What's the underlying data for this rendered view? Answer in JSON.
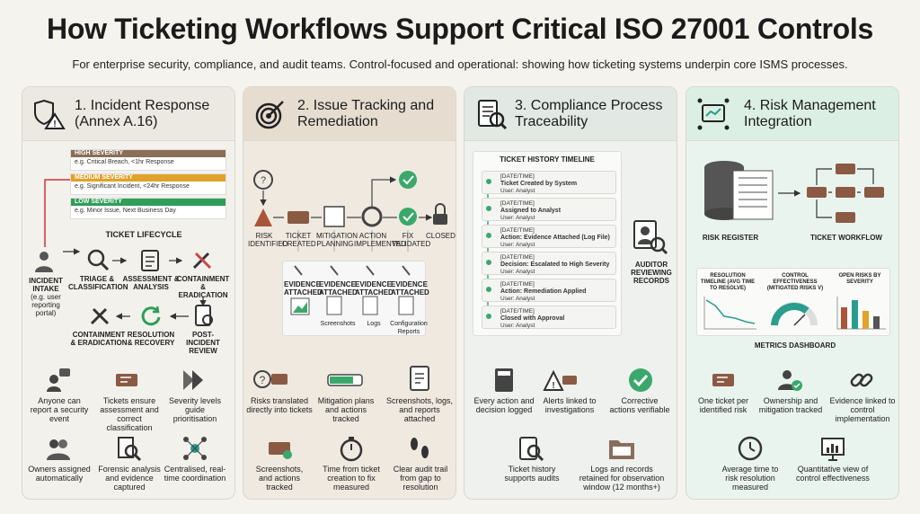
{
  "header": {
    "title": "How Ticketing Workflows Support Critical ISO 27001 Controls",
    "subtitle": "For enterprise security, compliance, and audit teams. Control-focused and operational: showing how ticketing systems underpin core ISMS processes."
  },
  "colors": {
    "high": "#8a6e5a",
    "medium": "#e0a22b",
    "low": "#2f9e58",
    "green": "#3aa86b",
    "teal": "#2a9d8f"
  },
  "panel1": {
    "title": "1. Incident Response (Annex A.16)",
    "severity": [
      {
        "label": "HIGH SEVERITY",
        "example": "e.g. Critical Breach, <1hr Response"
      },
      {
        "label": "MEDIUM SEVERITY",
        "example": "e.g. Significant Incident, <24hr Response"
      },
      {
        "label": "LOW SEVERITY",
        "example": "e.g. Minor Issue, Next Business Day"
      }
    ],
    "lifecycle_title": "TICKET LIFECYCLE",
    "intake": "INCIDENT INTAKE",
    "intake_note": "(e.g. user reporting portal)",
    "steps": [
      "TRIAGE & CLASSIFICATION",
      "ASSESSMENT & ANALYSIS",
      "CONTAINMENT & ERADICATION",
      "CONTAINMENT & ERADICATION",
      "RESOLUTION & RECOVERY",
      "POST-INCIDENT REVIEW"
    ],
    "benefits": [
      "Anyone can report a security event",
      "Tickets ensure assessment and correct classification",
      "Severity levels guide prioritisation",
      "Owners assigned automatically",
      "Forensic analysis and evidence captured",
      "Centralised, real-time coordination"
    ]
  },
  "panel2": {
    "title": "2. Issue Tracking and Remediation",
    "flow": [
      "RISK IDENTIFIED",
      "TICKET CREATED",
      "MITIGATION PLANNING",
      "ACTION IMPLEMENTED",
      "FIX VALIDATED",
      "CLOSED"
    ],
    "evidence_label": "EVIDENCE ATTACHED",
    "evidence": [
      "Screenshots",
      "Logs",
      "Configuration Reports"
    ],
    "benefits": [
      "Risks translated directly into tickets",
      "Mitigation plans and actions tracked",
      "Screenshots, logs, and reports attached",
      "Screenshots, and actions tracked",
      "Time from ticket creation to fix measured",
      "Clear audit trail from gap to resolution"
    ]
  },
  "panel3": {
    "title": "3. Compliance Process Traceability",
    "timeline_title": "TICKET HISTORY TIMELINE",
    "timeline": [
      {
        "date": "[DATE/TIME]",
        "text": "Ticket Created by System",
        "user": "User: Analyst"
      },
      {
        "date": "[DATE/TIME]",
        "text": "Assigned to Analyst",
        "user": "User: Analyst"
      },
      {
        "date": "[DATE/TIME]",
        "text": "Action: Evidence Attached (Log File)",
        "user": "User: Analyst"
      },
      {
        "date": "[DATE/TIME]",
        "text": "Decision: Escalated to High Severity",
        "user": "User: Analyst"
      },
      {
        "date": "[DATE/TIME]",
        "text": "Action: Remediation Applied",
        "user": "User: Analyst"
      },
      {
        "date": "[DATE/TIME]",
        "text": "Closed with Approval",
        "user": "User: Analyst"
      }
    ],
    "auditor": "AUDITOR REVIEWING RECORDS",
    "benefits": [
      "Every action and decision logged",
      "Alerts linked to investigations",
      "Corrective actions verifiable",
      "Ticket history supports audits",
      "Logs and records retained for observation window (12 months+)"
    ]
  },
  "panel4": {
    "title": "4. Risk Management Integration",
    "risk_register": "RISK REGISTER",
    "ticket_workflow": "TICKET WORKFLOW",
    "metrics": [
      {
        "title": "RESOLUTION TIMELINE (AVG TIME TO RESOLVE)"
      },
      {
        "title": "CONTROL EFFECTIVENESS (MITIGATED RISKS V)"
      },
      {
        "title": "OPEN RISKS BY SEVERITY"
      }
    ],
    "metrics_dashboard": "METRICS DASHBOARD",
    "benefits": [
      "One ticket per identified risk",
      "Ownership and mitigation tracked",
      "Evidence linked to control implementation",
      "Average time to risk resolution measured",
      "Quantitative view of control effectiveness"
    ]
  }
}
